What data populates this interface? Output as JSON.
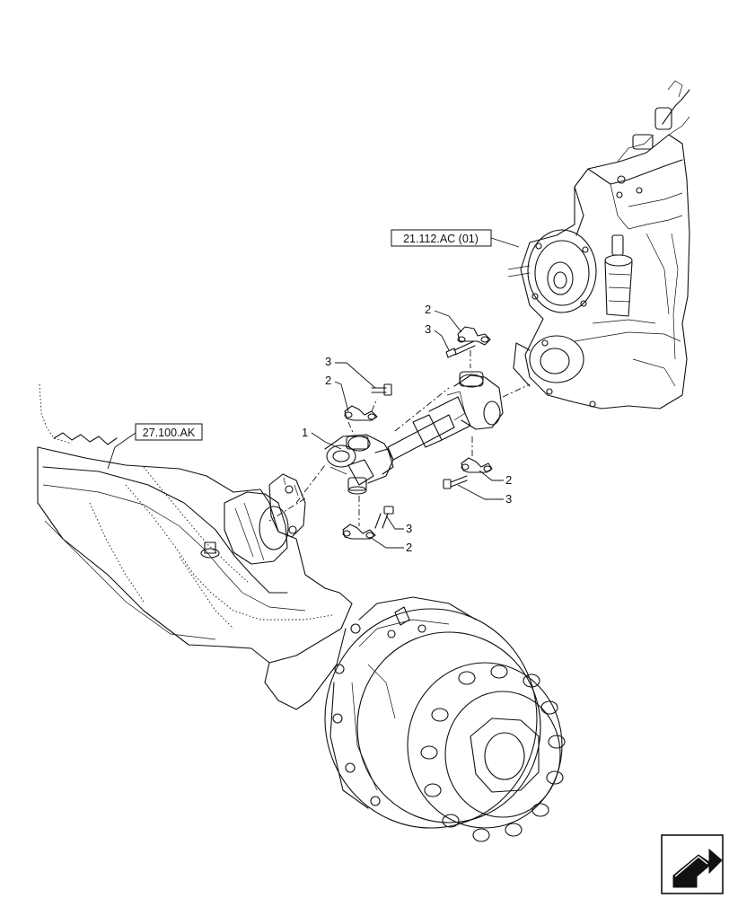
{
  "references": {
    "transmission": "21.112.AC (01)",
    "front_axle": "27.100.AK"
  },
  "callouts": {
    "drive_shaft": "1",
    "clamp_upper_right": "2",
    "bolt_upper_right": "3",
    "bolt_upper_left": "3",
    "clamp_upper_left": "2",
    "clamp_mid_right": "2",
    "bolt_mid_right": "3",
    "bolt_lower": "3",
    "clamp_lower": "2"
  },
  "navigation": {
    "icon": "next-page-arrow-icon"
  }
}
